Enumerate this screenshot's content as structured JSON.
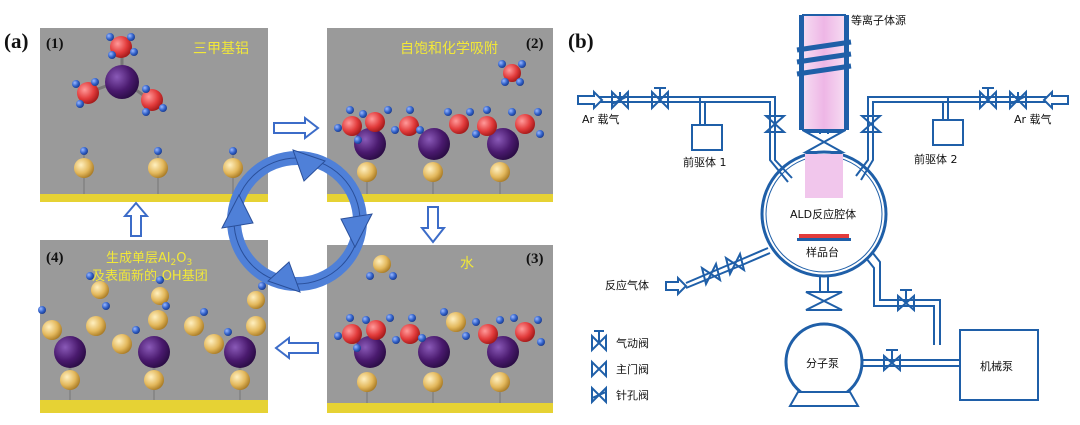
{
  "panel_a": {
    "tag": "(a)",
    "step1": {
      "num": "(1)",
      "label": "三甲基铝"
    },
    "step2": {
      "num": "(2)",
      "label": "自饱和化学吸附"
    },
    "step3": {
      "num": "(3)",
      "label": "水"
    },
    "step4": {
      "num": "(4)",
      "label_line1_prefix": "生成单层Al",
      "sub1": "2",
      "label_line1_mid": "O",
      "sub2": "3",
      "label_line2": "及表面新的-OH基团"
    }
  },
  "panel_b": {
    "tag": "(b)",
    "plasma_source": "等离子体源",
    "ar_left": "Ar 载气",
    "ar_right": "Ar 载气",
    "precursor1": "前驱体 1",
    "precursor2": "前驱体 2",
    "chamber": "ALD反应腔体",
    "stage": "样品台",
    "reactive_gas": "反应气体",
    "molecular_pump": "分子泵",
    "mechanical_pump": "机械泵",
    "legend": {
      "pneumatic": "气动阀",
      "gate": "主门阀",
      "needle": "针孔阀"
    }
  },
  "colors": {
    "panel_bg": "#9a9a9a",
    "label_yellow": "#f2e838",
    "substrate": "#e6d234",
    "al": "#4a1a6e",
    "o": "#e23b3b",
    "h": "#3060c8",
    "surface": "#e3b85c",
    "cycle_arrow": "#4f80d8",
    "line_blue": "#1f5fa8",
    "plasma": "#f1c6ec"
  }
}
